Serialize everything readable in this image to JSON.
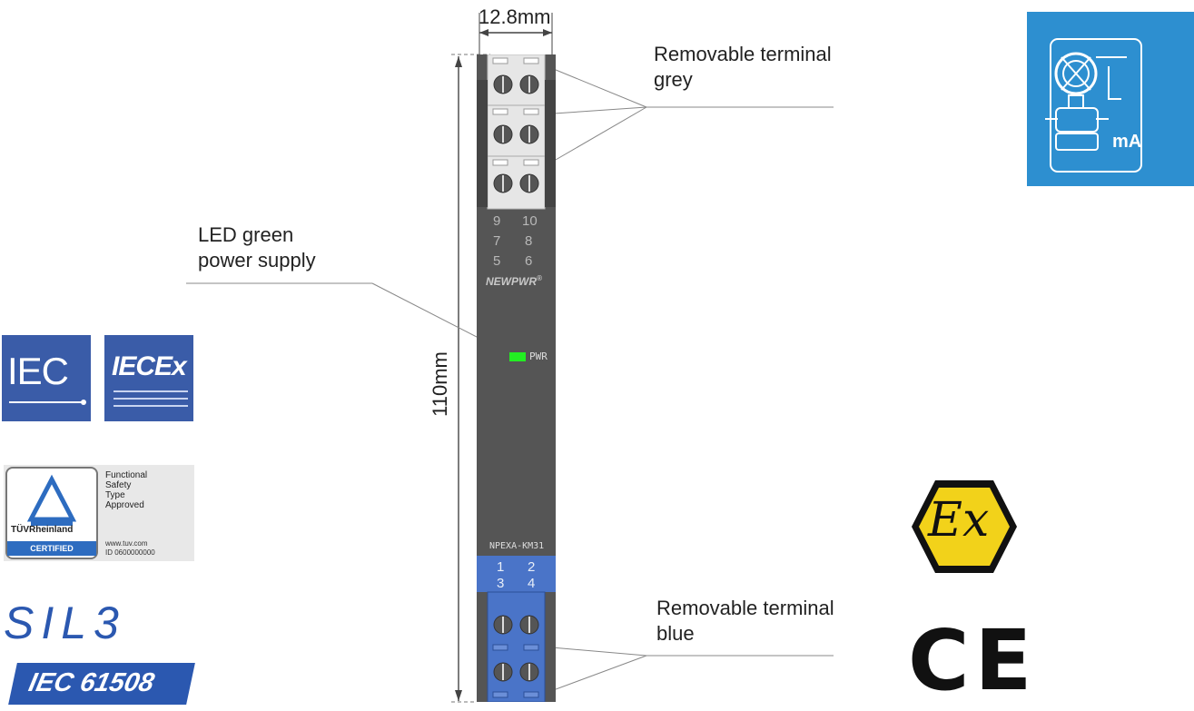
{
  "dimensions": {
    "width": "12.8mm",
    "height": "110mm"
  },
  "callouts": {
    "terminal_grey": [
      "Removable terminal",
      "grey"
    ],
    "led": [
      "LED green",
      "power supply"
    ],
    "terminal_blue": [
      "Removable terminal",
      "blue"
    ]
  },
  "device": {
    "top_numbers": [
      [
        "9",
        "10"
      ],
      [
        "7",
        "8"
      ],
      [
        "5",
        "6"
      ]
    ],
    "brand": "NEWPWR",
    "brand_mark": "®",
    "led_label": "PWR",
    "model": "NPEXA-KM31",
    "bottom_numbers": [
      [
        "1",
        "2"
      ],
      [
        "3",
        "4"
      ]
    ],
    "colors": {
      "body": "#555555",
      "grey_terminal": "#e6e6e6",
      "blue_terminal": "#4a74c8",
      "led": "#22ee22"
    }
  },
  "badges": {
    "iec": "IEC",
    "iecex": "IECEx",
    "tuv": {
      "brand": "TÜVRheinland",
      "certified": "CERTIFIED",
      "desc": [
        "Functional",
        "Safety",
        "Type",
        "Approved"
      ],
      "web": "www.tuv.com",
      "id": "ID 0600000000"
    },
    "sil": "SIL3",
    "sil_std": "IEC 61508",
    "ce": "CE",
    "ex": "Ex"
  },
  "corner_icon": {
    "unit": "mA",
    "letter": "L",
    "color": "#2d8fd0"
  }
}
